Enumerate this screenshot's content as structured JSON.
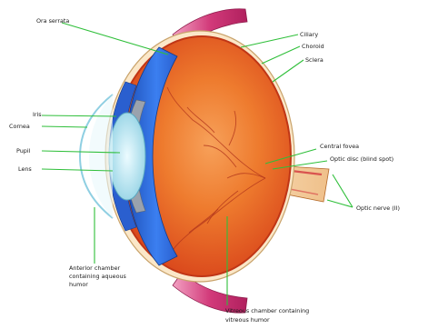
{
  "labels": {
    "ora_serrata": "Ora serrata",
    "ciliary_body": "Ciliary",
    "choroid": "Choroid",
    "sclera": "Sclera",
    "iris": "Iris",
    "cornea": "Cornea",
    "pupil": "Pupil",
    "lens": "Lens",
    "central_fovea": "Central fovea",
    "optic_disc": "Optic disc (blind spot)",
    "optic_nerve": "Optic nerve (II)",
    "anterior_chamber_1": "Anterior chamber",
    "anterior_chamber_2": "containing aqueous",
    "anterior_chamber_3": "humor",
    "vitreous_1": "Vitreous chamber containing",
    "vitreous_2": "vitreous humor"
  },
  "colors": {
    "leader_lines": "#2fbf3a",
    "iris_blue": "#2f6fd6",
    "sclera_red": "#e2451a",
    "muscle_pink": "#d23a7a",
    "lens_cyan": "#bfe9f4"
  }
}
